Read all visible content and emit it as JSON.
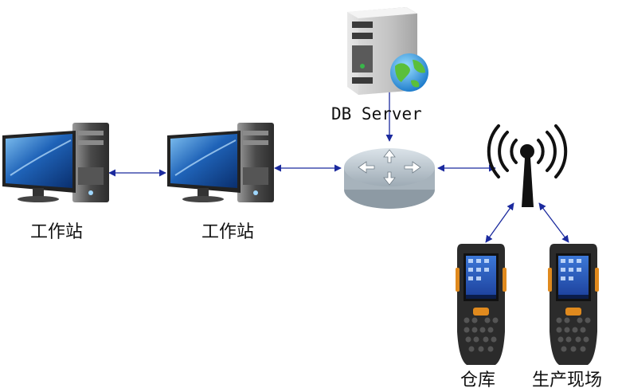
{
  "labels": {
    "workstation_1": "工作站",
    "workstation_2": "工作站",
    "db_server": "DB Server",
    "warehouse": "仓库",
    "production_site": "生产现场"
  },
  "colors": {
    "link": "#1b2a9e",
    "screen_blue": "#1f63b8",
    "tower_grey": "#6e6e6e",
    "router_grey": "#b9c4cc",
    "handheld_body": "#2b2b2b",
    "handheld_accent": "#e08a1e"
  },
  "icons": {
    "workstation": "desktop-computer-icon",
    "server": "database-server-icon",
    "router": "router-icon",
    "antenna": "wireless-antenna-icon",
    "handheld": "handheld-terminal-icon"
  }
}
